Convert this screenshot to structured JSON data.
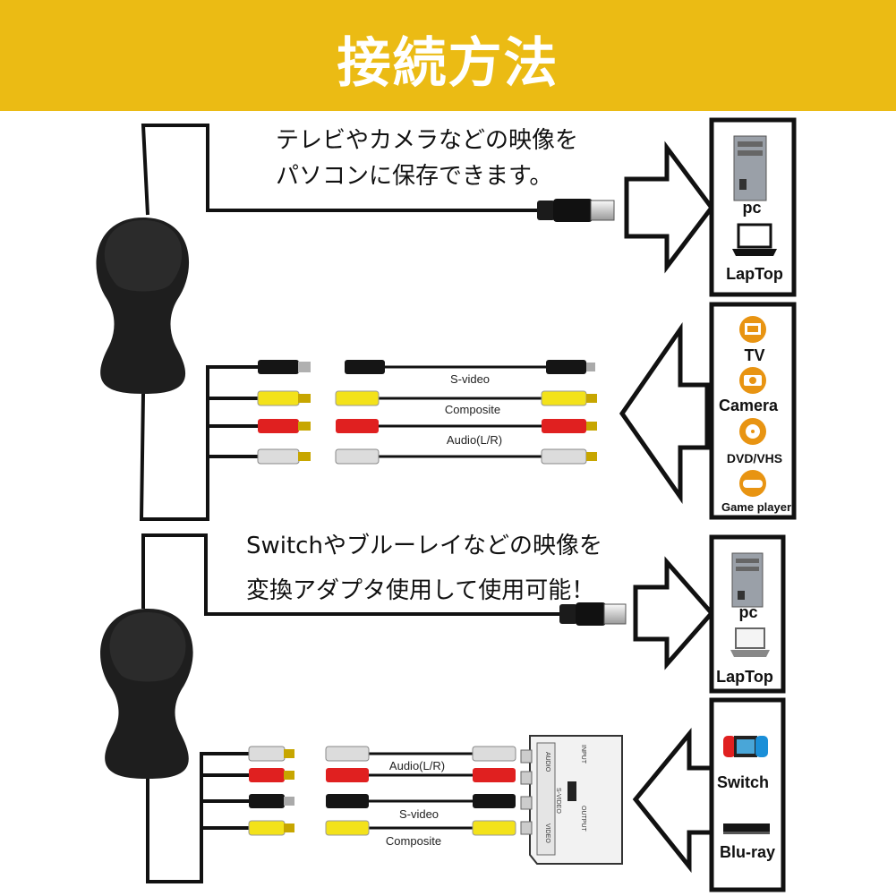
{
  "header": {
    "title": "接続方法"
  },
  "top": {
    "caption_line1": "テレビやカメラなどの映像を",
    "caption_line2": "パソコンに保存できます。",
    "cables": {
      "svideo": "S-video",
      "composite": "Composite",
      "audio": "Audio(L/R)"
    },
    "output_devices": [
      "pc",
      "LapTop"
    ],
    "input_devices": [
      "TV",
      "Camera",
      "DVD/VHS",
      "Game player"
    ]
  },
  "bottom": {
    "caption_line1": "Switchやブルーレイなどの映像を",
    "caption_line2": "変換アダプタ使用して使用可能！",
    "cables": {
      "audio": "Audio(L/R)",
      "svideo": "S-video",
      "composite": "Composite"
    },
    "output_devices": [
      "pc",
      "LapTop"
    ],
    "input_devices": [
      "Switch",
      "Blu-ray"
    ],
    "adapter": {
      "input": "INPUT",
      "output": "OUTPUT",
      "audio": "AUDIO",
      "video": "VIDEO",
      "svideo": "S-VIDEO"
    }
  },
  "colors": {
    "banner": "#ebbb14",
    "yellow_plug": "#f3e21a",
    "red_plug": "#e02020",
    "white_plug": "#dcdcdc",
    "black_plug": "#151515",
    "icon_orange": "#e89412"
  }
}
